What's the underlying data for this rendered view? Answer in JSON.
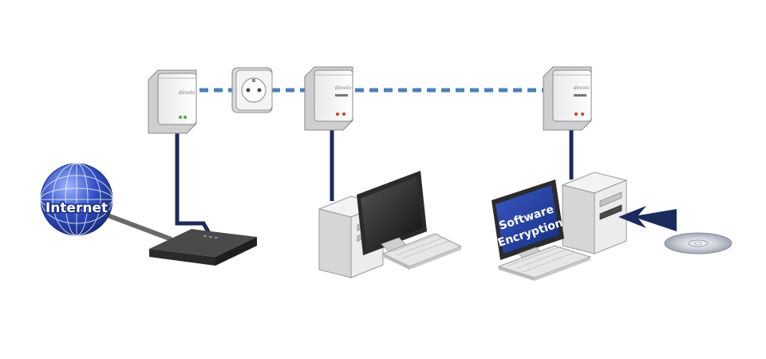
{
  "labels": {
    "internet": "Internet",
    "encryption_line1": "Software",
    "encryption_line2": "Encryption"
  },
  "colors": {
    "cable": "#1c2b5e",
    "powerline_link": "#4a80b8",
    "globe": "#2b49b8",
    "screen": "#1f3fa0",
    "arrow": "#1c2b5e",
    "led_green": "#3db33d",
    "led_red": "#d23a2a",
    "gray_cable": "#6a6a6a"
  },
  "devices": [
    {
      "name": "powerline-adapter-1",
      "role": "adapter",
      "leds": [
        "led_green",
        "led_green"
      ]
    },
    {
      "name": "wall-socket",
      "role": "socket"
    },
    {
      "name": "powerline-adapter-2",
      "role": "adapter",
      "leds": [
        "led_red",
        "led_red"
      ]
    },
    {
      "name": "powerline-adapter-3",
      "role": "adapter",
      "leds": [
        "led_red",
        "led_red"
      ]
    },
    {
      "name": "router",
      "role": "router"
    },
    {
      "name": "desktop-computer",
      "role": "computer"
    },
    {
      "name": "encryption-computer",
      "role": "computer"
    },
    {
      "name": "cd-disc",
      "role": "media"
    }
  ]
}
